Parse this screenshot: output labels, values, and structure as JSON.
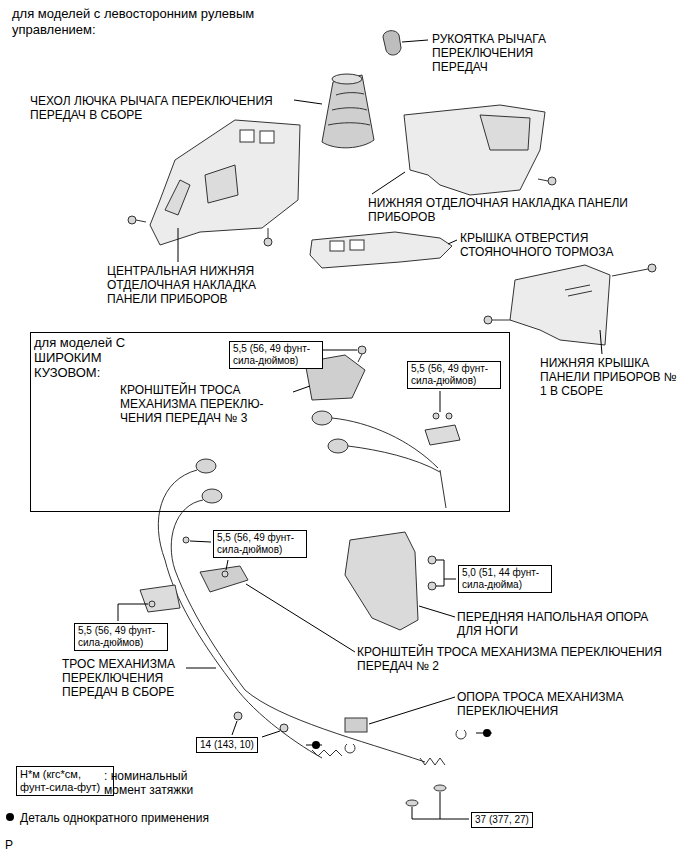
{
  "diagram": {
    "nodes": [
      {
        "text": [
          "для моделей С ШИРОКИМ КУЗОВОМ:"
        ]
      },
      {
        "text": [
          "5,5 (56, 49 фунт-сила-дюймов)"
        ],
        "in": 0
      },
      {
        "text": [
          "5,5 (56, 49 фунт-сила-дюймов)"
        ],
        "in": 0
      },
      {
        "text": [
          "5,5 (56, 49 фунт-сила-дюймов)"
        ]
      },
      {
        "text": [
          "5,0 (51, 44 фунт-сила-дюйма)"
        ]
      },
      {
        "text": [
          "5,5 (56, 49 фунт-сила-дюймов)"
        ]
      },
      {
        "text": [
          "14 (143, 10)"
        ]
      },
      {
        "text": [
          "37 (377, 27)"
        ]
      },
      {
        "text": [
          "Н*м (кгс*см, фунт-сила-фут)"
        ]
      }
    ],
    "labels": [
      "для моделей с левосторонним рулевым управлением:",
      "РУКОЯТКА РЫЧАГА ПЕРЕКЛЮЧЕНИЯ ПЕРЕДАЧ",
      "ЧЕХОЛ ЛЮЧКА РЫЧАГА ПЕРЕКЛЮЧЕНИЯ ПЕРЕДАЧ В СБОРЕ",
      "НИЖНЯЯ ОТДЕЛОЧНАЯ НАКЛАДКА ПАНЕЛИ ПРИБОРОВ",
      "КРЫШКА ОТВЕРСТИЯ СТОЯНОЧНОГО ТОРМОЗА",
      "ЦЕНТРАЛЬНАЯ НИЖНЯЯ ОТДЕЛОЧНАЯ НАКЛАДКА ПАНЕЛИ ПРИБОРОВ",
      "НИЖНЯЯ КРЫШКА ПАНЕЛИ ПРИБОРОВ № 1 В СБОРЕ",
      "КРОНШТЕЙН ТРОСА МЕХАНИЗМА ПЕРЕКЛЮ- ЧЕНИЯ ПЕРЕДАЧ № 3",
      "ПЕРЕДНЯЯ НАПОЛЬНАЯ ОПОРА ДЛЯ НОГИ",
      "ТРОС МЕХАНИЗМА ПЕРЕКЛЮЧЕНИЯ ПЕРЕДАЧ В СБОРЕ",
      "КРОНШТЕЙН ТРОСА МЕХАНИЗМА ПЕРЕКЛЮЧЕНИЯ ПЕРЕДАЧ № 2",
      "ОПОРА ТРОСА МЕХАНИЗМА ПЕРЕКЛЮЧЕНИЯ",
      ": номинальный момент затяжки",
      "P"
    ],
    "legend": [
      {
        "text": "Деталь однократного применения"
      }
    ]
  }
}
